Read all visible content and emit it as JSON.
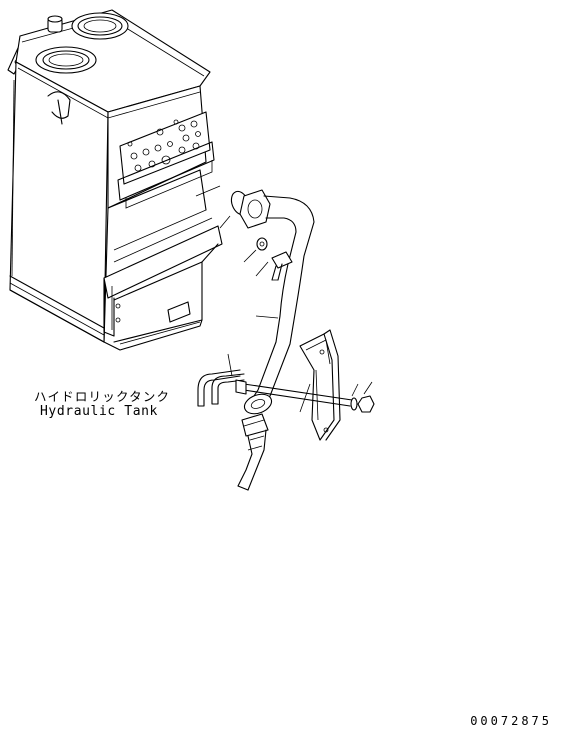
{
  "tank_label": {
    "japanese": "ハイドロリックタンク",
    "english": "Hydraulic Tank"
  },
  "document_number": "00072875"
}
